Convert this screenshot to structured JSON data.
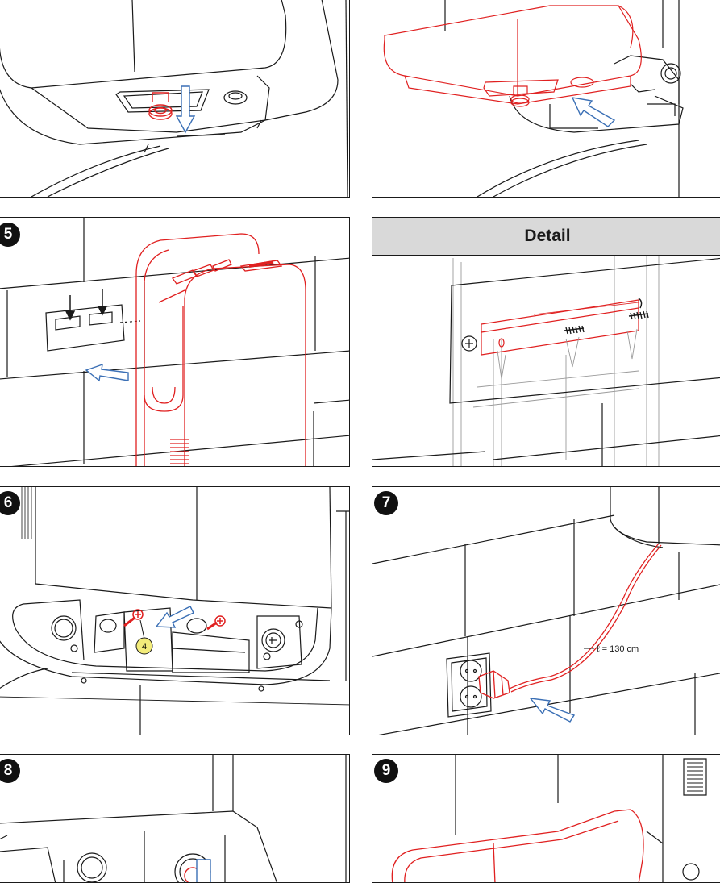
{
  "panels": {
    "p5": {
      "step": "5"
    },
    "detail": {
      "title": "Detail"
    },
    "p6": {
      "step": "6",
      "callout": "4"
    },
    "p7": {
      "step": "7",
      "cable_label": "ℓ = 130 cm"
    },
    "p8": {
      "step": "8"
    },
    "p9": {
      "step": "9"
    }
  },
  "colors": {
    "outline": "#1a1a1a",
    "highlight_red": "#e02020",
    "arrow_blue": "#3a6fb5",
    "callout_yellow": "#f3ec7a",
    "header_gray": "#d9d9d9"
  },
  "icons": [
    "down-arrow-icon",
    "insert-arrow-icon",
    "screw-icon",
    "plug-icon",
    "socket-icon"
  ]
}
